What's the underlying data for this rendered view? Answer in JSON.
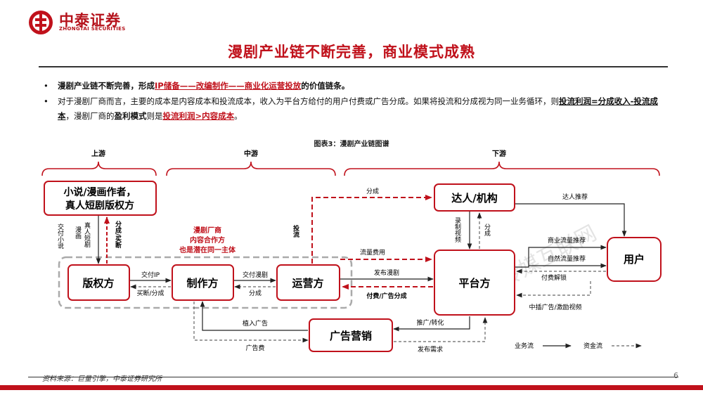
{
  "header": {
    "brand_cn": "中泰证券",
    "brand_en": "ZHONGTAI SECURITIES",
    "logo_icon": "zhongtai-logo-icon",
    "accent_color": "#c0111b"
  },
  "title": "漫剧产业链不断完善，商业模式成熟",
  "bullets": [
    {
      "p1": "漫剧产业链不断完善，形成",
      "p2": "IP储备——改编制作——商业化运营投放",
      "p3": "的价值链条。"
    },
    {
      "p1": "对于漫剧厂商而言，主要的成本是内容成本和投流成本，收入为平台方给付的用户付费或广告分成。如果将投流和分成视为同一业务循环，则",
      "p2": "投流利润=分成收入-投流成本",
      "p3": "，漫剧厂商的",
      "p4": "盈利模式",
      "p5": "则是",
      "p6": "投流利润>内容成本",
      "p7": "。"
    }
  ],
  "figure": {
    "title": "图表3：漫剧产业链图谱",
    "stages": {
      "upstream": "上游",
      "midstream": "中游",
      "downstream": "下游"
    },
    "nodes": {
      "author": "小说/漫画作者，",
      "author_2": "真人短剧版权方",
      "rights": "版权方",
      "producer": "制作方",
      "operator": "运营方",
      "influencer": "达人/机构",
      "platform": "平台方",
      "ads": "广告营销",
      "user": "用户"
    },
    "note": [
      "漫剧厂商",
      "内容合作方",
      "也是潜在同一主体"
    ],
    "labels": {
      "deliver_novel": "交付小说",
      "real_short": "真人短剧",
      "manhua": "漫画",
      "share_buyout": "分成/买断",
      "deliver_ip": "交付IP",
      "buyout_share": "买断/分成",
      "deliver_drama": "交付漫剧",
      "share_mid": "分成",
      "invest_flow": "投流",
      "share_top": "分成",
      "flow_fee": "流量费用",
      "publish_drama": "发布漫剧",
      "pay_share": "付费/广告分成",
      "record_video": "录制视频",
      "share_right": "分成",
      "influencer_rec": "达人推荐",
      "commercial_rec": "商业流量推荐",
      "natural_rec": "自然流量推荐",
      "pay_unlock": "付费解锁",
      "mid_ad": "中插广告/激励视频",
      "promote": "推广/转化",
      "publish_demand": "发布需求",
      "implant_ad": "植入广告",
      "ad_fee": "广告费",
      "legend_biz": "业务流",
      "legend_fund": "资金流"
    },
    "watermark": "中泰 · 传媒互联网"
  },
  "footer": {
    "source": "资料来源：巨量引擎，中泰证券研究所",
    "page": "6"
  }
}
